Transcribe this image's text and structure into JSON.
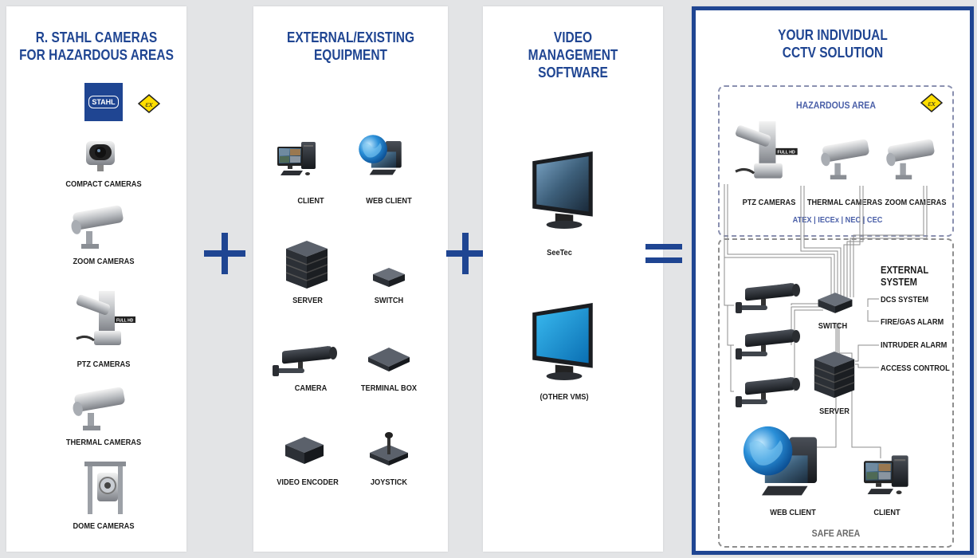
{
  "colors": {
    "brand_blue": "#1f4592",
    "label_blue": "#4a5fa8",
    "dash_gray": "#8e8e8e"
  },
  "panel1": {
    "title": "R. STAHL CAMERAS\nFOR HAZARDOUS AREAS",
    "logo_text": "STAHL",
    "ex_symbol": "εx",
    "items": [
      "COMPACT CAMERAS",
      "ZOOM CAMERAS",
      "PTZ CAMERAS",
      "THERMAL CAMERAS",
      "DOME CAMERAS"
    ]
  },
  "panel2": {
    "title": "EXTERNAL/EXISTING\nEQUIPMENT",
    "items": [
      "CLIENT",
      "WEB CLIENT",
      "SERVER",
      "SWITCH",
      "CAMERA",
      "TERMINAL BOX",
      "VIDEO ENCODER",
      "JOYSTICK"
    ]
  },
  "panel3": {
    "title": "VIDEO\nMANAGEMENT\nSOFTWARE",
    "items": [
      "SeeTec",
      "(OTHER VMS)"
    ]
  },
  "panel4": {
    "title": "YOUR INDIVIDUAL\nCCTV SOLUTION",
    "hazardous_area": "HAZARDOUS AREA",
    "ex_symbol": "εx",
    "cameras": [
      "PTZ CAMERAS",
      "THERMAL CAMERAS",
      "ZOOM CAMERAS"
    ],
    "certifications": "ATEX | IECEx | NEC | CEC",
    "external_system": "EXTERNAL\nSYSTEM",
    "external_items": [
      "DCS SYSTEM",
      "FIRE/GAS ALARM",
      "INTRUDER ALARM",
      "ACCESS CONTROL"
    ],
    "switch": "SWITCH",
    "server": "SERVER",
    "web_client": "WEB CLIENT",
    "client": "CLIENT",
    "safe_area": "SAFE AREA"
  },
  "icons": {
    "camera": "camera-icon",
    "computer": "computer-icon",
    "globe": "globe-icon",
    "server": "server-icon",
    "switch": "switch-icon",
    "monitor": "monitor-icon",
    "joystick": "joystick-icon",
    "encoder": "encoder-icon"
  }
}
